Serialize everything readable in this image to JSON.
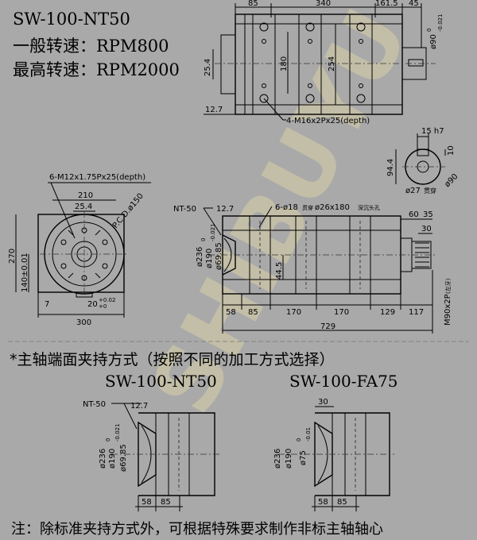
{
  "specs": {
    "model": "SW-100-NT50",
    "normal_speed": "一般转速：RPM800",
    "max_speed": "最高转速：RPM2000"
  },
  "watermark": "SHIBUYU",
  "section_title": "*主轴端面夹持方式（按照不同的加工方式选择）",
  "sub_titles": {
    "left": "SW-100-NT50",
    "right": "SW-100-FA75"
  },
  "footer_note": "注：除标准夹持方式外，可根据特殊要求制作非标主轴轴心",
  "top_view": {
    "dim_85": "85",
    "dim_340": "340",
    "dim_161_5": "161.5",
    "dim_45": "45",
    "dim_phi90": "ø90",
    "tol_phi90_top": "0",
    "tol_phi90_bot": "-0.021",
    "dim_25_4": "25.4",
    "dim_180": "180",
    "dim_254": "254",
    "dim_12_7": "12.7",
    "callout_m16": "4-M16x2Px25(depth)"
  },
  "key_section": {
    "dim_15h7": "15 h7",
    "dim_10": "10",
    "dim_94_4": "94.4",
    "dim_phi27": "ø27",
    "dim_phi27_note": "贯穿",
    "dim_phi90": "ø90"
  },
  "front_view": {
    "callout_m12": "6-M12x1.75Px25(depth)",
    "dim_210": "210",
    "dim_25_4": "25.4",
    "pcd": "P.C.D.ø150",
    "dim_270": "270",
    "dim_140": "140±0.01",
    "dim_7": "7",
    "dim_20": "20",
    "tol_20_top": "+0.02",
    "tol_20_bot": "+0",
    "dim_300": "300"
  },
  "side_view": {
    "nt50": "NT-50",
    "dim_12_7": "12.7",
    "callout_holes": "6-ø18",
    "callout_holes_note1": "贯穿",
    "callout_holes_2": "ø26x180",
    "callout_holes_note2": "深沉头孔",
    "dim_phi236": "ø236",
    "dim_phi190": "ø190",
    "tol_phi190_top": "0",
    "tol_phi190_bot": "-0.021",
    "dim_phi69_85": "ø69.85",
    "dim_44_5": "44.5",
    "dim_60": "60",
    "dim_35": "35",
    "dim_30": "30",
    "dim_58": "58",
    "dim_85": "85",
    "dim_170a": "170",
    "dim_170b": "170",
    "dim_129": "129",
    "dim_117": "117",
    "dim_729": "729",
    "dim_m90": "M90x2P",
    "dim_m90_note": "(左牙)"
  },
  "detail_nt50": {
    "nt50": "NT-50",
    "dim_12_7": "12.7",
    "dim_phi236": "ø236",
    "dim_phi190": "ø190",
    "tol_top": "0",
    "tol_bot": "-0.021",
    "dim_phi69_85": "ø69.85",
    "dim_58": "58",
    "dim_85": "85"
  },
  "detail_fa75": {
    "dim_30": "30",
    "dim_phi236": "ø236",
    "dim_phi190": "ø190",
    "dim_phi75": "ø75",
    "tol_top": "0",
    "tol_bot": "-0.01",
    "dim_58": "58",
    "dim_85": "85"
  }
}
